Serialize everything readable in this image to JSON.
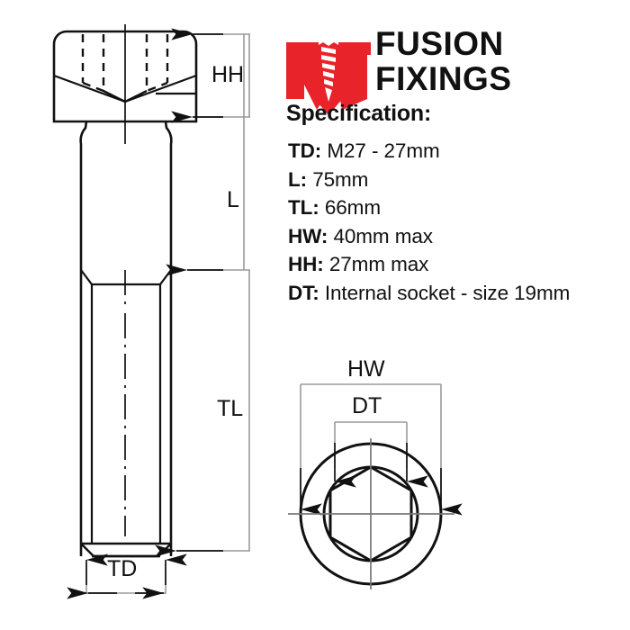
{
  "brand": {
    "logo_icon": "fusion-fixings-screw-logo",
    "wordmark_line1": "FUSION",
    "wordmark_line2": "FIXINGS",
    "logo_red": "#E8232A"
  },
  "spec": {
    "heading": "Specification:",
    "rows": [
      {
        "key": "TD:",
        "value": "M27 - 27mm"
      },
      {
        "key": "L:",
        "value": "75mm"
      },
      {
        "key": "TL:",
        "value": "66mm"
      },
      {
        "key": "HW:",
        "value": "40mm max"
      },
      {
        "key": "HH:",
        "value": "27mm max"
      },
      {
        "key": "DT:",
        "value": "Internal socket - size 19mm"
      }
    ]
  },
  "side_view": {
    "caption_hh": "HH",
    "caption_l": "L",
    "caption_tl": "TL",
    "caption_td": "TD",
    "line_color": "#111111",
    "dim_color": "#808080"
  },
  "top_view": {
    "caption_hw": "HW",
    "caption_dt": "DT",
    "line_color": "#111111",
    "dim_color": "#808080"
  }
}
